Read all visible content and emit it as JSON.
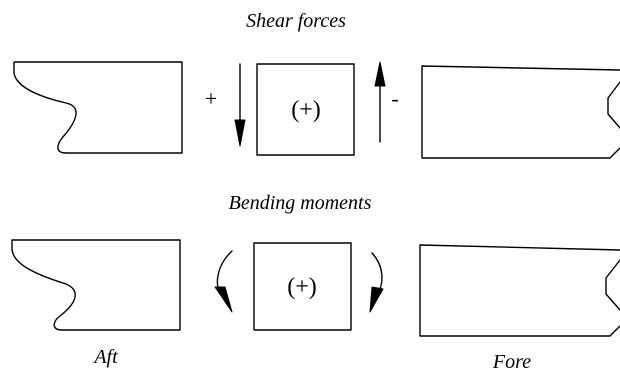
{
  "shear": {
    "title": "Shear forces",
    "left_sign": "+",
    "box_sign": "(+)",
    "right_sign": "-"
  },
  "bending": {
    "title": "Bending moments",
    "box_sign": "(+)"
  },
  "labels": {
    "aft": "Aft",
    "fore": "Fore"
  }
}
